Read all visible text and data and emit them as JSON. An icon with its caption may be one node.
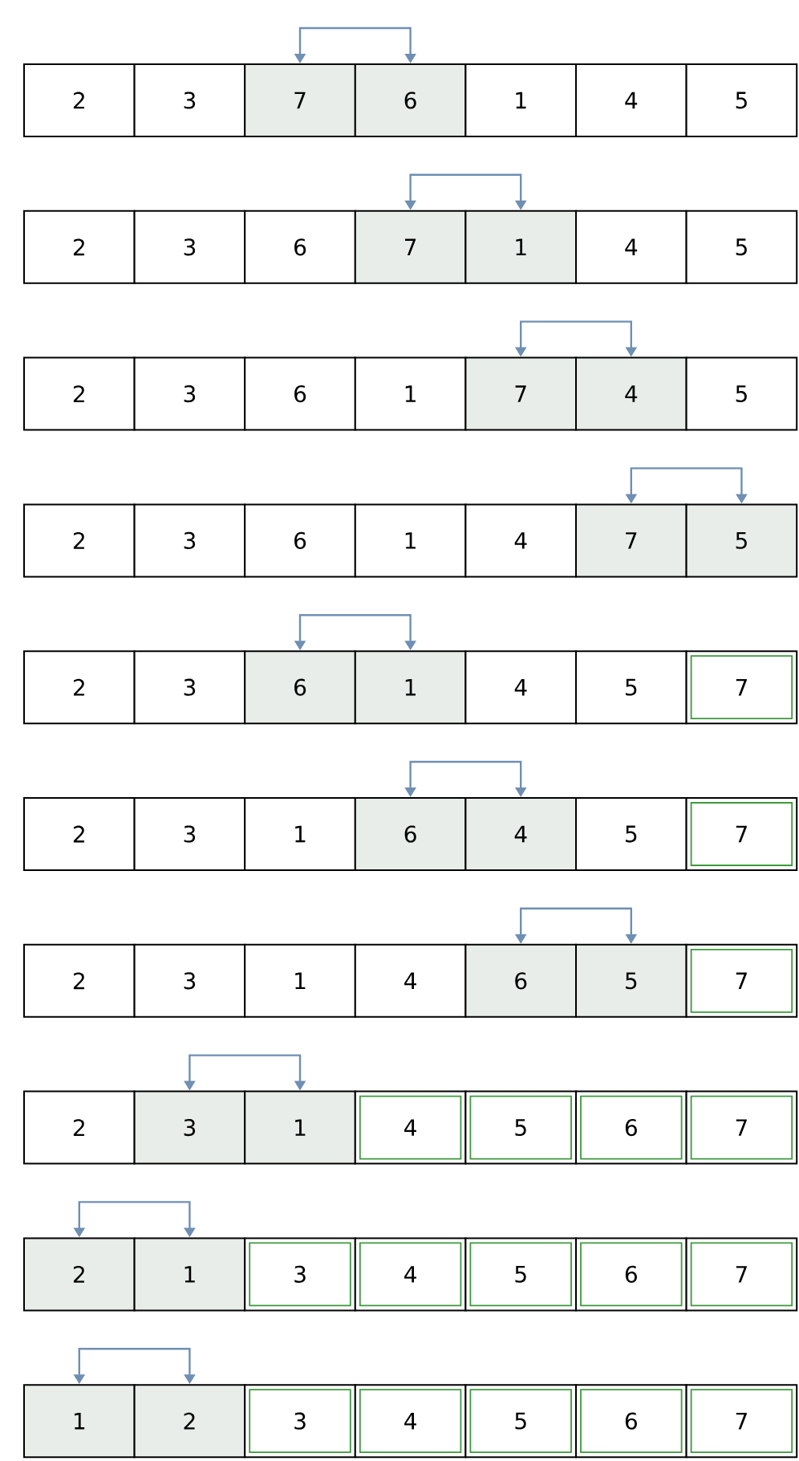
{
  "diagram": {
    "nodes": [
      {
        "text": [
          "2"
        ]
      },
      {
        "text": [
          "3"
        ]
      },
      {
        "text": [
          "7"
        ]
      },
      {
        "text": [
          "6"
        ]
      },
      {
        "text": [
          "1"
        ]
      },
      {
        "text": [
          "4"
        ]
      },
      {
        "text": [
          "5"
        ]
      },
      {
        "text": [
          "2"
        ]
      },
      {
        "text": [
          "3"
        ]
      },
      {
        "text": [
          "6"
        ]
      },
      {
        "text": [
          "7"
        ]
      },
      {
        "text": [
          "1"
        ]
      },
      {
        "text": [
          "4"
        ]
      },
      {
        "text": [
          "5"
        ]
      },
      {
        "text": [
          "2"
        ]
      },
      {
        "text": [
          "3"
        ]
      },
      {
        "text": [
          "6"
        ]
      },
      {
        "text": [
          "1"
        ]
      },
      {
        "text": [
          "7"
        ]
      },
      {
        "text": [
          "4"
        ]
      },
      {
        "text": [
          "5"
        ]
      },
      {
        "text": [
          "2"
        ]
      },
      {
        "text": [
          "3"
        ]
      },
      {
        "text": [
          "6"
        ]
      },
      {
        "text": [
          "1"
        ]
      },
      {
        "text": [
          "4"
        ]
      },
      {
        "text": [
          "7"
        ]
      },
      {
        "text": [
          "5"
        ]
      },
      {
        "text": [
          "2"
        ]
      },
      {
        "text": [
          "3"
        ]
      },
      {
        "text": [
          "6"
        ]
      },
      {
        "text": [
          "1"
        ]
      },
      {
        "text": [
          "4"
        ]
      },
      {
        "text": [
          "5"
        ]
      },
      {
        "text": [
          "7"
        ]
      },
      {
        "text": [
          "2"
        ]
      },
      {
        "text": [
          "3"
        ]
      },
      {
        "text": [
          "1"
        ]
      },
      {
        "text": [
          "6"
        ]
      },
      {
        "text": [
          "4"
        ]
      },
      {
        "text": [
          "5"
        ]
      },
      {
        "text": [
          "7"
        ]
      },
      {
        "text": [
          "2"
        ]
      },
      {
        "text": [
          "3"
        ]
      },
      {
        "text": [
          "1"
        ]
      },
      {
        "text": [
          "4"
        ]
      },
      {
        "text": [
          "6"
        ]
      },
      {
        "text": [
          "5"
        ]
      },
      {
        "text": [
          "7"
        ]
      },
      {
        "text": [
          "2"
        ]
      },
      {
        "text": [
          "3"
        ]
      },
      {
        "text": [
          "1"
        ]
      },
      {
        "text": [
          "4"
        ]
      },
      {
        "text": [
          "5"
        ]
      },
      {
        "text": [
          "6"
        ]
      },
      {
        "text": [
          "7"
        ]
      },
      {
        "text": [
          "2"
        ]
      },
      {
        "text": [
          "1"
        ]
      },
      {
        "text": [
          "3"
        ]
      },
      {
        "text": [
          "4"
        ]
      },
      {
        "text": [
          "5"
        ]
      },
      {
        "text": [
          "6"
        ]
      },
      {
        "text": [
          "7"
        ]
      },
      {
        "text": [
          "1"
        ]
      },
      {
        "text": [
          "2"
        ]
      },
      {
        "text": [
          "3"
        ]
      },
      {
        "text": [
          "4"
        ]
      },
      {
        "text": [
          "5"
        ]
      },
      {
        "text": [
          "6"
        ]
      },
      {
        "text": [
          "7"
        ]
      }
    ],
    "edges": [
      {
        "from": 2,
        "to": 3,
        "arrow": "both"
      },
      {
        "from": 10,
        "to": 11,
        "arrow": "both"
      },
      {
        "from": 18,
        "to": 19,
        "arrow": "both"
      },
      {
        "from": 26,
        "to": 27,
        "arrow": "both"
      },
      {
        "from": 30,
        "to": 31,
        "arrow": "both"
      },
      {
        "from": 38,
        "to": 39,
        "arrow": "both"
      },
      {
        "from": 46,
        "to": 47,
        "arrow": "both"
      },
      {
        "from": 50,
        "to": 51,
        "arrow": "both"
      },
      {
        "from": 56,
        "to": 57,
        "arrow": "both"
      },
      {
        "from": 63,
        "to": 64,
        "arrow": "both"
      }
    ]
  }
}
